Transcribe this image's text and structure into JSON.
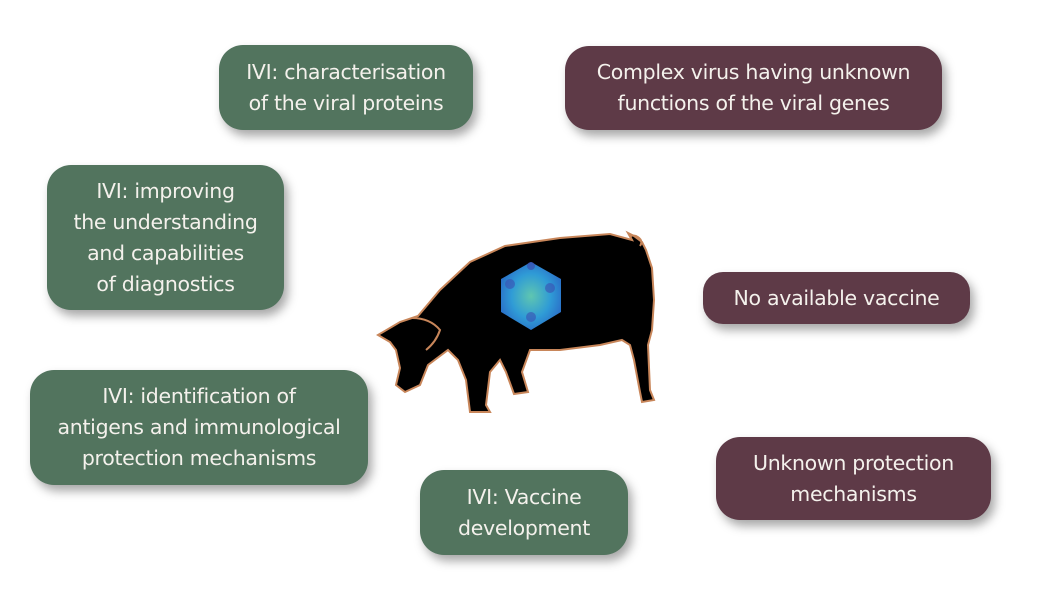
{
  "boxes": {
    "viral_proteins": {
      "lines": [
        "IVI: characterisation",
        "of the viral proteins"
      ]
    },
    "complex_virus": {
      "lines": [
        "Complex virus having unknown",
        "functions of the viral genes"
      ]
    },
    "diagnostics": {
      "lines": [
        "IVI: improving",
        "the understanding",
        "and capabilities",
        "of diagnostics"
      ]
    },
    "no_vaccine": {
      "lines": [
        "No available vaccine"
      ]
    },
    "antigens": {
      "lines": [
        "IVI: identification of",
        "antigens and immunological",
        "protection mechanisms"
      ]
    },
    "vaccine_dev": {
      "lines": [
        "IVI: Vaccine",
        "development"
      ]
    },
    "unknown_protection": {
      "lines": [
        "Unknown protection",
        "mechanisms"
      ]
    }
  },
  "colors": {
    "ivi": "#52745e",
    "problem": "#5e3a47",
    "pig": "#000000",
    "outline": "#c8865a"
  }
}
